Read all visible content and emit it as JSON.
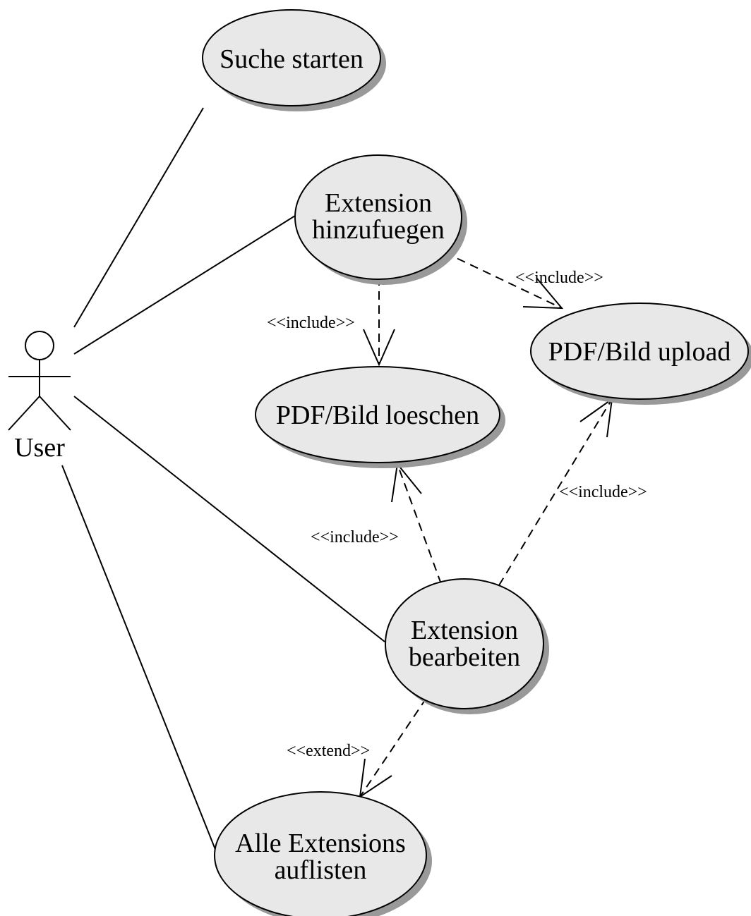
{
  "actor": {
    "name": "User"
  },
  "colors": {
    "usecase_fill": "#e8e8e8",
    "shadow": "#999999",
    "stroke": "#000000",
    "background": "#ffffff"
  },
  "use_cases": {
    "suche_starten": {
      "lines": [
        "Suche starten"
      ]
    },
    "extension_hinzufuegen": {
      "lines": [
        "Extension",
        "hinzufuegen"
      ]
    },
    "pdf_bild_upload": {
      "lines": [
        "PDF/Bild upload"
      ]
    },
    "pdf_bild_loeschen": {
      "lines": [
        "PDF/Bild loeschen"
      ]
    },
    "extension_bearbeiten": {
      "lines": [
        "Extension",
        "bearbeiten"
      ]
    },
    "alle_extensions_auflisten": {
      "lines": [
        "Alle Extensions",
        "auflisten"
      ]
    }
  },
  "relationships": {
    "hinzufuegen_upload": "<<include>>",
    "hinzufuegen_loeschen": "<<include>>",
    "bearbeiten_upload": "<<include>>",
    "bearbeiten_loeschen": "<<include>>",
    "bearbeiten_auflisten": "<<extend>>"
  }
}
